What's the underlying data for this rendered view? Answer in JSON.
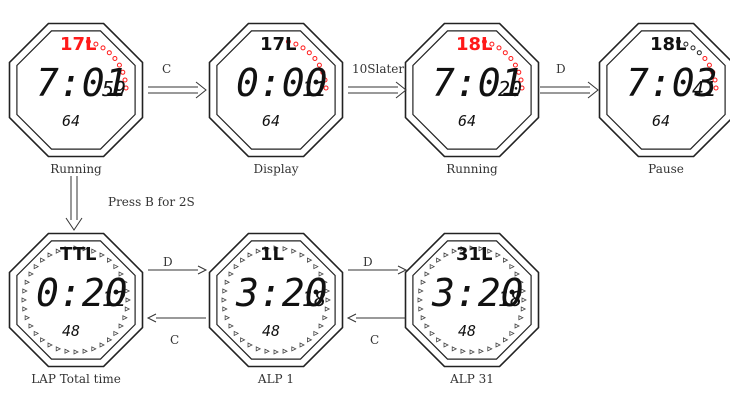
{
  "colors": {
    "ink": "#1a1a1a",
    "accent": "#ff1a1a",
    "panel": "#ffffff",
    "segment": "#222222"
  },
  "watches": [
    {
      "id": "w1",
      "caption": "Running",
      "lap": "17L",
      "lap_color": "#ff1a1a",
      "time": "7:01",
      "sec": "59",
      "sub": "64",
      "border": "arc-red"
    },
    {
      "id": "w2",
      "caption": "Display",
      "lap": "17L",
      "lap_color": "#111111",
      "time": "0:00",
      "sec": "11",
      "sub": "64",
      "border": "arc-red"
    },
    {
      "id": "w3",
      "caption": "Running",
      "lap": "18L",
      "lap_color": "#ff1a1a",
      "time": "7:01",
      "sec": "20",
      "sub": "64",
      "border": "arc-red"
    },
    {
      "id": "w4",
      "caption": "Pause",
      "lap": "18L",
      "lap_color": "#111111",
      "time": "7:03",
      "sec": "41",
      "sub": "64",
      "border": "arc-mixed"
    },
    {
      "id": "w5",
      "caption": "LAP Total time",
      "lap": "TTL",
      "lap_color": "#111111",
      "time": "0:20",
      "sec": "12",
      "sub": "48",
      "border": "ring"
    },
    {
      "id": "w6",
      "caption": "ALP 1",
      "lap": "1L",
      "lap_color": "#111111",
      "time": "3:20",
      "sec": "18",
      "sub": "48",
      "border": "ring"
    },
    {
      "id": "w7",
      "caption": "ALP 31",
      "lap": "31L",
      "lap_color": "#111111",
      "time": "3:20",
      "sec": "18",
      "sub": "48",
      "border": "ring"
    }
  ],
  "transitions": [
    {
      "id": "t1",
      "label": "C"
    },
    {
      "id": "t2",
      "label": "10Slater"
    },
    {
      "id": "t3",
      "label": "D"
    },
    {
      "id": "t4",
      "label": "Press B for 2S"
    },
    {
      "id": "t5",
      "label": "D"
    },
    {
      "id": "t6",
      "label": "C"
    },
    {
      "id": "t7",
      "label": "D"
    },
    {
      "id": "t8",
      "label": "C"
    }
  ]
}
